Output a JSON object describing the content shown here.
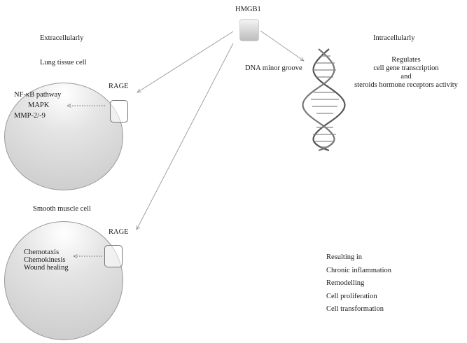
{
  "hmgb1": {
    "label": "HMGB1"
  },
  "extracellular": {
    "heading": "Extracellularly",
    "lung_cell": {
      "title": "Lung tissue cell",
      "receptor": "RAGE",
      "pathways": [
        "NF-κB pathway",
        "MAPK",
        "MMP-2/-9"
      ]
    },
    "smooth_muscle_cell": {
      "title": "Smooth muscle cell",
      "receptor": "RAGE",
      "effects": [
        "Chemotaxis",
        "Chemokinesis",
        "Wound healing"
      ]
    }
  },
  "intracellular": {
    "heading": "Intracellularly",
    "dna_label": "DNA minor groove",
    "regulates": [
      "Regulates",
      "cell gene transcription",
      "and",
      "steroids hormone receptors activity"
    ]
  },
  "results": [
    "Resulting in",
    "Chronic inflammation",
    "Remodelling",
    "Cell proliferation",
    "Cell transformation"
  ],
  "colors": {
    "arrow": "#888888",
    "cell_fill": "#c8c8c8",
    "dna": "#555555"
  }
}
